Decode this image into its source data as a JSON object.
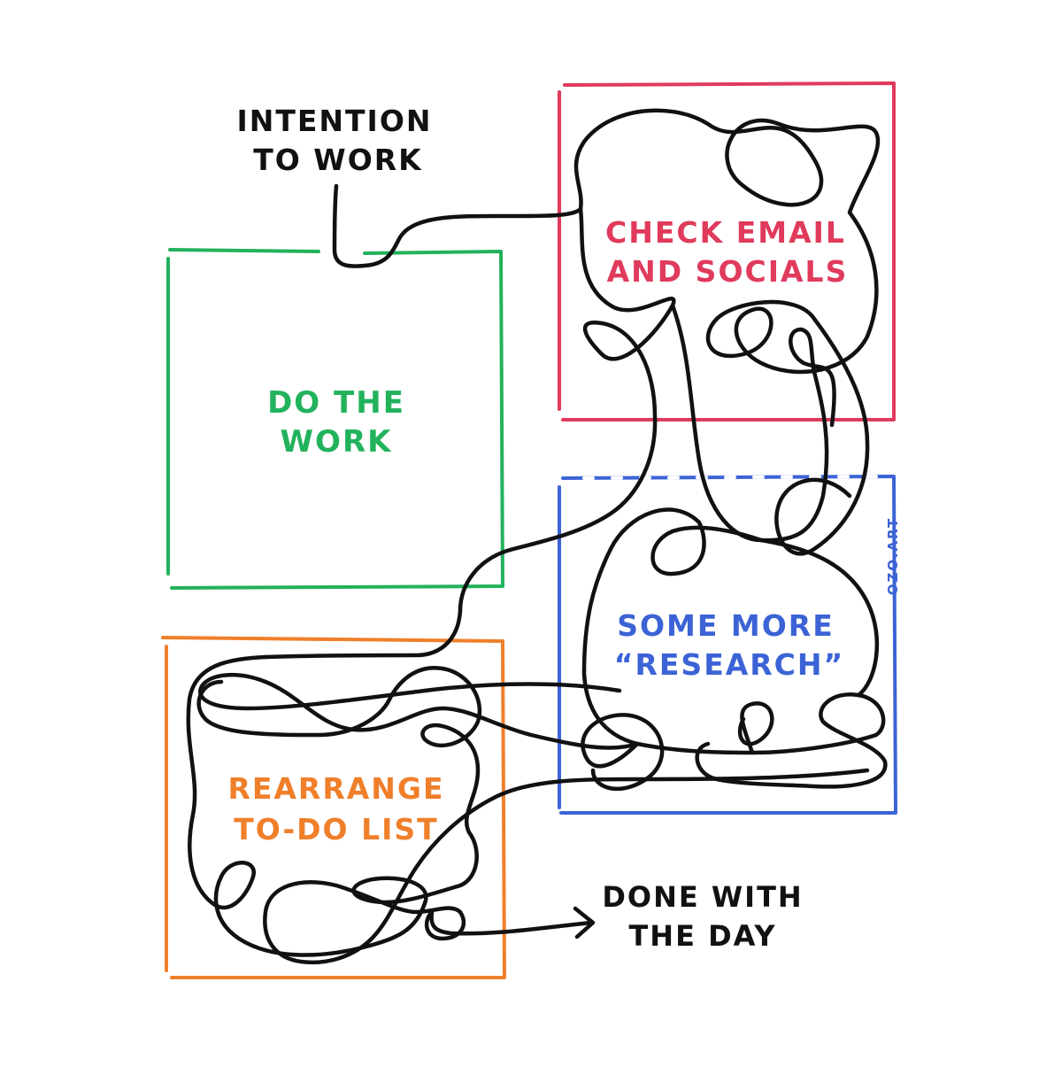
{
  "labels": {
    "start_line1": "INTENTION",
    "start_line2": "TO WORK",
    "end_line1": "DONE WITH",
    "end_line2": "THE DAY",
    "watermark": "OZO.ART"
  },
  "boxes": {
    "work": {
      "line1": "DO THE",
      "line2": "WORK",
      "color": "#22b25c"
    },
    "email": {
      "line1": "CHECK EMAIL",
      "line2": "AND SOCIALS",
      "color": "#e03a5c"
    },
    "research": {
      "line1": "SOME MORE",
      "line2": "“RESEARCH”",
      "color": "#3c63d6"
    },
    "todo": {
      "line1": "REARRANGE",
      "line2": "TO-DO LIST",
      "color": "#f07f2a"
    }
  },
  "colors": {
    "ink": "#111111"
  }
}
